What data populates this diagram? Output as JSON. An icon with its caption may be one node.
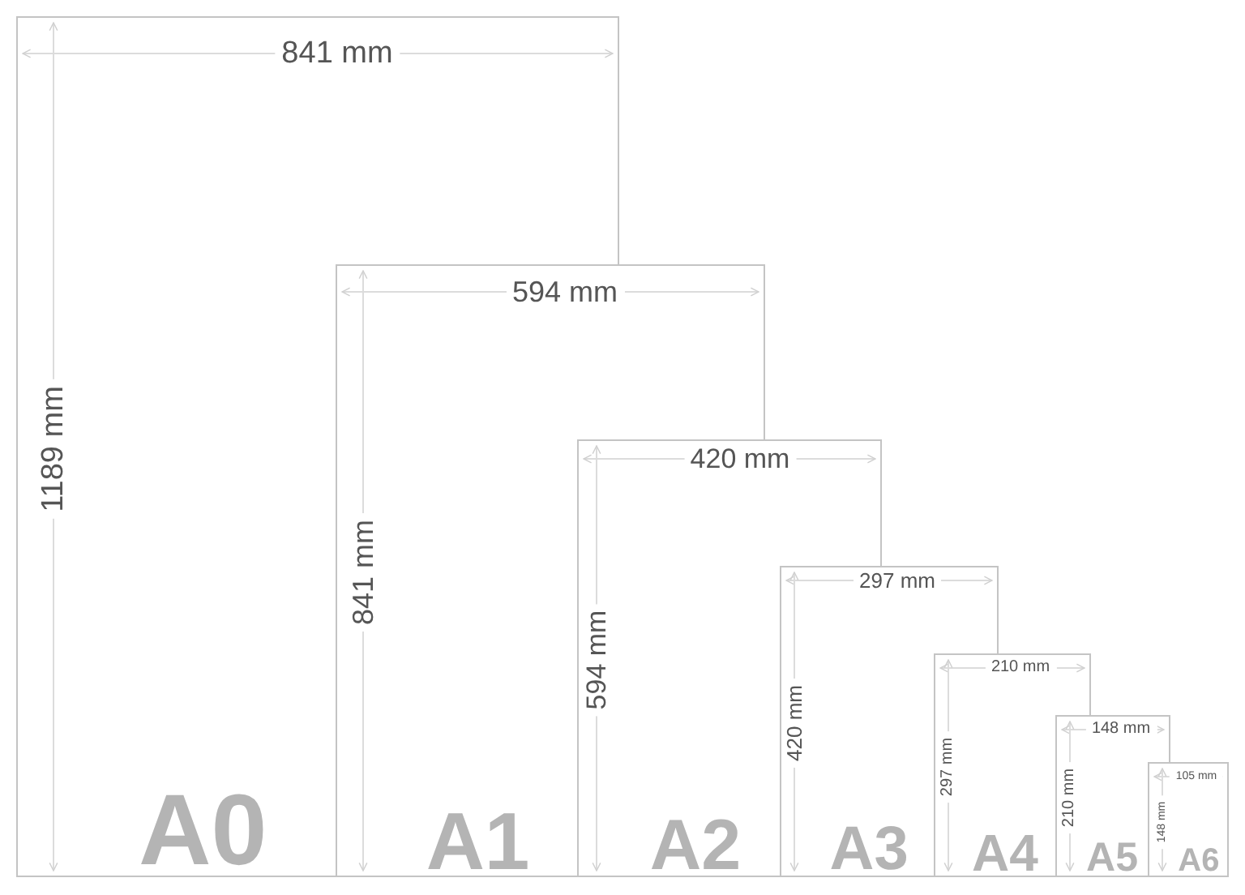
{
  "diagram": {
    "nodes": [
      {
        "text": [
          "841 mm",
          "1189 mm",
          "A0"
        ]
      },
      {
        "text": [
          "594 mm",
          "841 mm",
          "A1"
        ]
      },
      {
        "text": [
          "420 mm",
          "594 mm",
          "A2"
        ]
      },
      {
        "text": [
          "297 mm",
          "420 mm",
          "A3"
        ]
      },
      {
        "text": [
          "210 mm",
          "297 mm",
          "A4"
        ]
      },
      {
        "text": [
          "148 mm",
          "210 mm",
          "A5"
        ]
      },
      {
        "text": [
          "105 mm",
          "148 mm",
          "A6"
        ]
      }
    ]
  }
}
